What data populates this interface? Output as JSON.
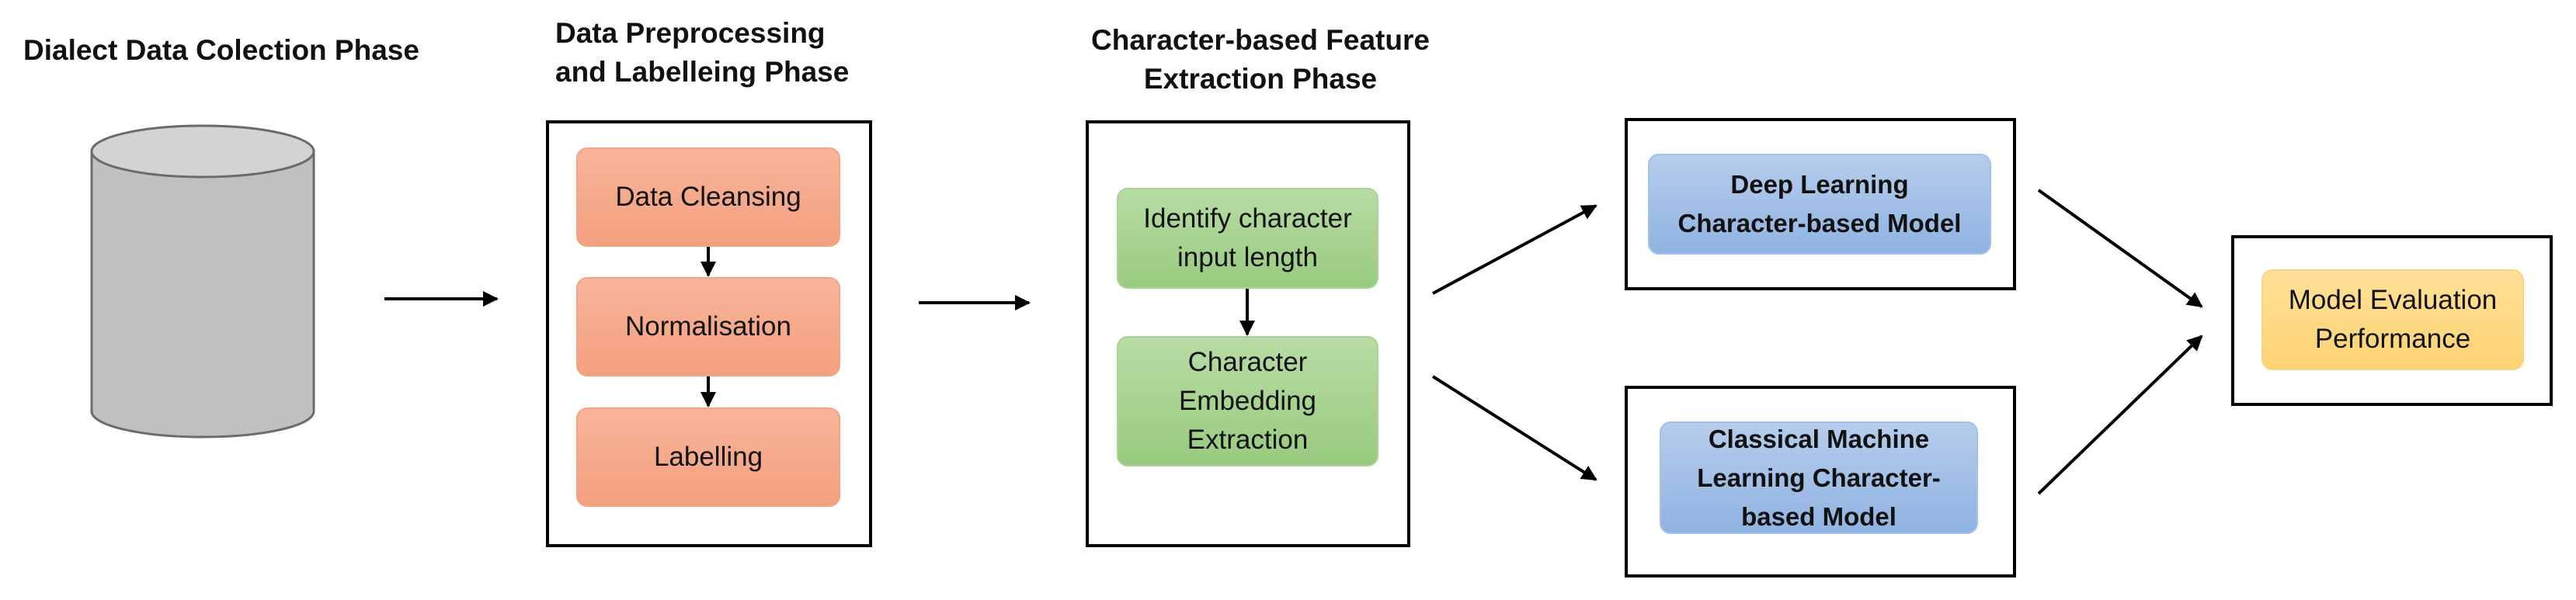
{
  "phases": {
    "collection": {
      "title": "Dialect Data Colection Phase"
    },
    "preprocessing": {
      "title": "Data Preprocessing\nand Labelleing Phase",
      "steps": [
        "Data Cleansing",
        "Normalisation",
        "Labelling"
      ]
    },
    "feature_extraction": {
      "title": "Character-based Feature\nExtraction Phase",
      "steps": [
        "Identify character\ninput length",
        "Character\nEmbedding\nExtraction"
      ]
    },
    "models": {
      "deep_learning": "Deep Learning\nCharacter-based Model",
      "classical": "Classical Machine\nLearning Character-\nbased Model"
    },
    "evaluation": {
      "label": "Model Evaluation\nPerformance"
    }
  },
  "colors": {
    "preprocessing_step": "#f5a98a",
    "feature_step": "#a8d28f",
    "model_box": "#a3c0e8",
    "evaluation_box": "#fcd87f",
    "database": "#c0c0c0"
  }
}
